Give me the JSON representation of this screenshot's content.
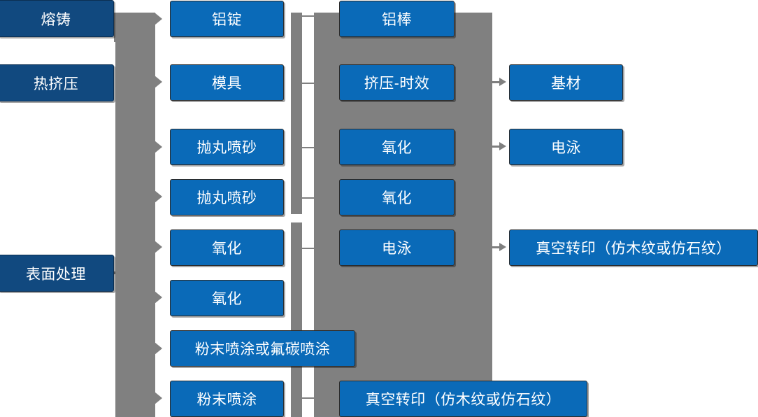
{
  "diagram": {
    "title": "aluminium-profile-process-flow",
    "colors": {
      "dark_blue": "#11497f",
      "bright_blue": "#0a6ab8",
      "connector_gray": "#808080",
      "arrow_gray": "#7f7f7f",
      "background": "#ffffff",
      "text": "#ffffff"
    },
    "columns": {
      "stage": {
        "name": "stage-column",
        "nodes": [
          {
            "id": "stage-1",
            "label": "熔铸"
          },
          {
            "id": "stage-2",
            "label": "热挤压"
          },
          {
            "id": "stage-3",
            "label": "表面处理"
          }
        ]
      },
      "input": {
        "name": "input-column",
        "nodes": [
          {
            "id": "input-1",
            "label": "铝锭"
          },
          {
            "id": "input-2",
            "label": "模具"
          },
          {
            "id": "input-3",
            "label": "抛丸喷砂"
          },
          {
            "id": "input-4",
            "label": "抛丸喷砂"
          },
          {
            "id": "input-5",
            "label": "氧化"
          },
          {
            "id": "input-6",
            "label": "氧化"
          },
          {
            "id": "input-7",
            "label": "粉末喷涂或氟碳喷涂"
          },
          {
            "id": "input-8",
            "label": "粉末喷涂"
          }
        ]
      },
      "process": {
        "name": "process-column",
        "nodes": [
          {
            "id": "process-1",
            "label": "铝棒"
          },
          {
            "id": "process-2",
            "label": "挤压-时效"
          },
          {
            "id": "process-3",
            "label": "氧化"
          },
          {
            "id": "process-4",
            "label": "氧化"
          },
          {
            "id": "process-5",
            "label": "电泳"
          },
          {
            "id": "process-6",
            "label": "真空转印（仿木纹或仿石纹）"
          }
        ]
      },
      "output": {
        "name": "output-column",
        "nodes": [
          {
            "id": "output-1",
            "label": "基材"
          },
          {
            "id": "output-2",
            "label": "电泳"
          },
          {
            "id": "output-3",
            "label": "真空转印（仿木纹或仿石纹）"
          }
        ]
      }
    }
  }
}
